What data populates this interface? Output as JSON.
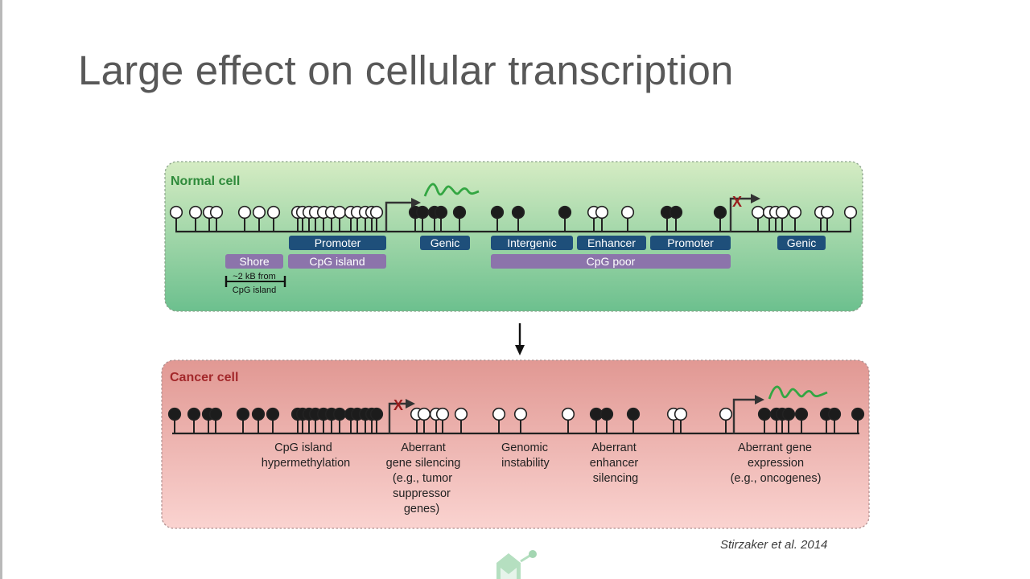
{
  "slide": {
    "title": "Large effect on cellular transcription",
    "citation": "Stirzaker et al. 2014"
  },
  "normal": {
    "heading": "Normal cell",
    "repressed_mark": "X",
    "label_rows": [
      [
        "Promoter",
        "Genic",
        "Intergenic",
        "Enhancer",
        "Promoter",
        "Genic"
      ],
      [
        "Shore",
        "CpG island",
        "CpG poor"
      ]
    ],
    "shore_note": [
      "~2 kB from",
      "CpG island"
    ]
  },
  "cancer": {
    "heading": "Cancer cell",
    "repressed_mark": "X",
    "annotations": [
      [
        "CpG island",
        "hypermethylation"
      ],
      [
        "Aberrant",
        "gene silencing",
        "(e.g., tumor",
        "suppressor",
        "genes)"
      ],
      [
        "Genomic",
        "instability"
      ],
      [
        "Aberrant",
        "enhancer",
        "silencing"
      ],
      [
        "Aberrant gene",
        "expression",
        "(e.g., oncogenes)"
      ]
    ]
  },
  "colors": {
    "title": "#585858",
    "normal_heading": "#2e8a3a",
    "cancer_heading": "#a3282b",
    "label_blue": "#1e4f7a",
    "label_purple": "#8c74ab",
    "transcript": "#33a642",
    "repress_x": "#9a1c1c"
  }
}
